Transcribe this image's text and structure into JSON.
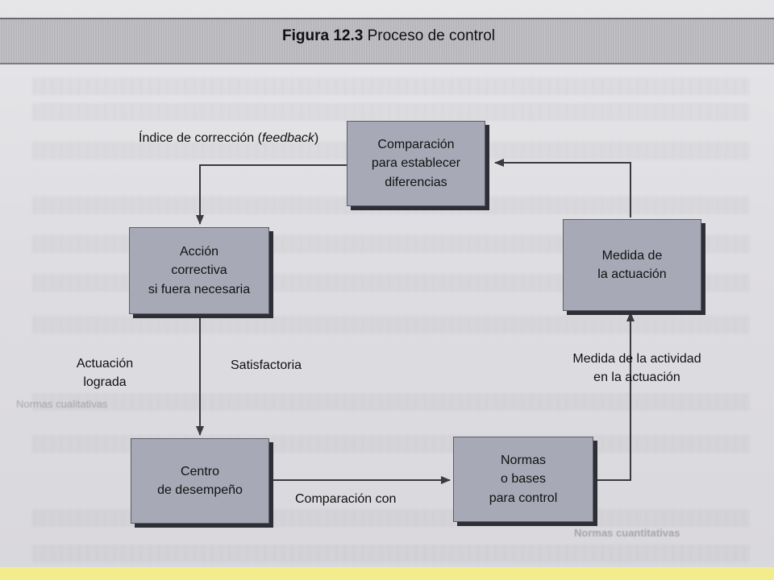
{
  "header": {
    "figure_label": "Figura 12.3",
    "figure_title": "Proceso de control"
  },
  "nodes": {
    "comparacion": {
      "line1": "Comparación",
      "line2": "para establecer",
      "line3": "diferencias"
    },
    "accion": {
      "line1": "Acción",
      "line2": "correctiva",
      "line3": "si fuera necesaria"
    },
    "medida": {
      "line1": "Medida de",
      "line2": "la actuación"
    },
    "centro": {
      "line1": "Centro",
      "line2": "de desempeño"
    },
    "normas": {
      "line1": "Normas",
      "line2": "o bases",
      "line3": "para control"
    }
  },
  "labels": {
    "feedback_prefix": "Índice de corrección (",
    "feedback_italic": "feedback",
    "feedback_suffix": ")",
    "actuacion_1": "Actuación",
    "actuacion_2": "lograda",
    "satisfactoria": "Satisfactoria",
    "medida_actividad_1": "Medida de la actividad",
    "medida_actividad_2": "en la actuación",
    "comparacion_con": "Comparación con"
  },
  "background_text": {
    "normas_cualitativas": "Normas cualitativas",
    "normas_cuantitativas": "Normas cuantitativas"
  },
  "colors": {
    "box_fill": "#a7a9b6",
    "box_shadow": "#2e2f36",
    "arrow": "#3a3a40",
    "footer_strip": "#f2ed8a"
  }
}
